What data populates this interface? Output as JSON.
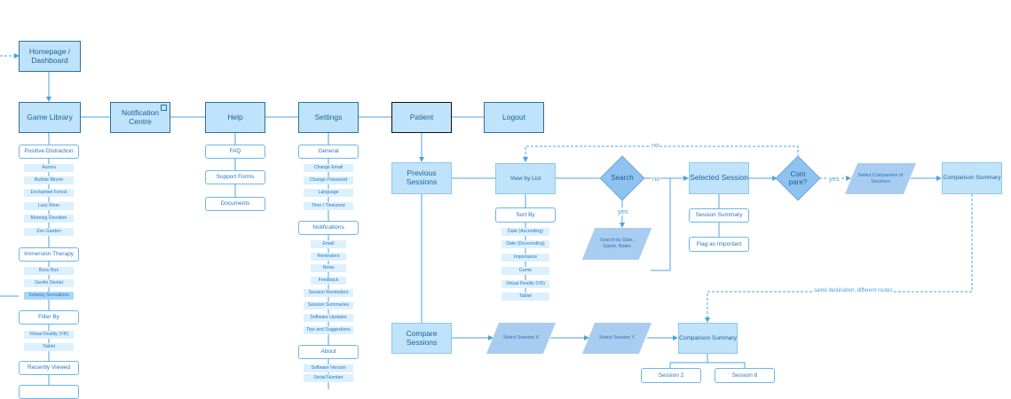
{
  "nav": {
    "homepage": "Homepage / Dashboard",
    "game_library": "Game Library",
    "notification_centre": "Notification Centre",
    "help": "Help",
    "settings": "Settings",
    "patient": "Patient",
    "logout": "Logout"
  },
  "game_library": {
    "positive_distraction": "Positive Distraction",
    "pd_items": [
      "Aurora",
      "Bubble Bloom",
      "Enchanted Forest",
      "Lazy River",
      "Morning Devotion",
      "Zen Garden"
    ],
    "immersion_therapy": "Immersion Therapy",
    "it_items": [
      "Busy Bus",
      "Gentle Dental",
      "Subway Sensations"
    ],
    "filter_by": "Filter By",
    "filter_items": [
      "Virtual Reality (VR)",
      "Tablet"
    ],
    "recently_viewed": "Recently Viewed"
  },
  "help": {
    "items": [
      "FAQ",
      "Support Forms",
      "Documents"
    ]
  },
  "settings": {
    "general": "General",
    "general_items": [
      "Change Email",
      "Change Password",
      "Language",
      "Time / Timezone"
    ],
    "notifications": "Notifications",
    "notification_items": [
      "Email",
      "Reminders",
      "News",
      "Feedback"
    ],
    "notification_settings": [
      "Session Reminders",
      "Session Summaries",
      "Software Updates",
      "Tips and Suggestions"
    ],
    "about": "About",
    "about_items": [
      "Software Version",
      "Serial Number"
    ]
  },
  "patient": {
    "previous_sessions": "Previous Sessions",
    "view_by_list": "View by List",
    "search": "Search",
    "search_by": "Search by Date, Game, Notes",
    "sort_by": "Sort By",
    "sort_items": [
      "Date (Ascending)",
      "Date (Descending)",
      "Importance",
      "Game",
      "Virtual Reality (VR)",
      "Tablet"
    ],
    "selected_session": "Selected Session",
    "session_summary": "Session Summary",
    "flag_as_important": "Flag as Important",
    "compare": "Com pare?",
    "select_comparison": "Select Comparison of Sessions",
    "comparison_summary_top": "Comparison Summary",
    "compare_sessions": "Compare Sessions",
    "select_x": "Select Session X",
    "select_y": "Select Session Y",
    "comparison_summary_bottom": "Comparison Summary",
    "session_a": "Session 2",
    "session_b": "Session 8"
  },
  "labels": {
    "no_top": "no",
    "no_mid": "no",
    "yes_down": "yes",
    "yes_right": "yes",
    "same_destination": "same destination, different routes"
  },
  "colors": {
    "node_fill": "#bfe3fb",
    "connector": "#4ba3e3",
    "parallelogram": "#a9cdf0",
    "decision": "#8ec2f0"
  }
}
